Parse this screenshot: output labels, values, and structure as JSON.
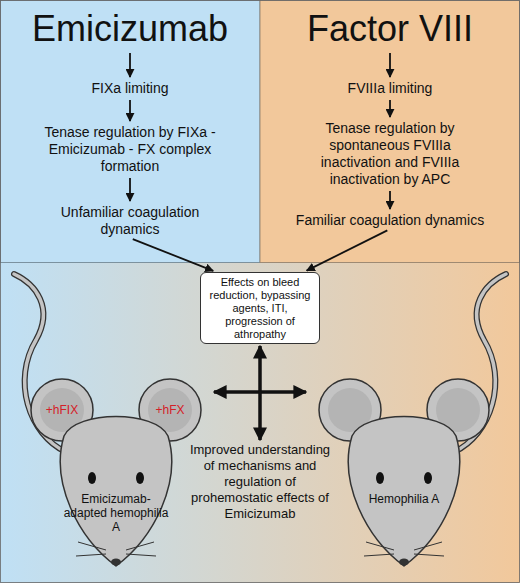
{
  "diagram": {
    "nodes": [
      {
        "text": [
          "Emicizumab"
        ]
      },
      {
        "text": [
          "FIXa limiting"
        ]
      },
      {
        "text": [
          "Tenase regulation by FIXa - Emicizumab - FX complex formation"
        ]
      },
      {
        "text": [
          "Unfamiliar coagulation dynamics"
        ]
      },
      {
        "text": [
          "Factor VIII"
        ]
      },
      {
        "text": [
          "FVIIIa limiting"
        ]
      },
      {
        "text": [
          "Tenase regulation by spontaneous FVIIIa inactivation and FVIIIa inactivation by APC"
        ]
      },
      {
        "text": [
          "Familiar coagulation dynamics"
        ]
      },
      {
        "text": [
          "Effects on bleed reduction, bypassing agents, ITI, progression of athropathy"
        ]
      },
      {
        "text": [
          "Emicizumab-adapted hemophilia A",
          "+hFIX",
          "+hFX"
        ]
      },
      {
        "text": [
          "Hemophilia A"
        ]
      },
      {
        "text": [
          "Improved understanding of mechanisms and regulation of prohemostatic effects of Emicizumab"
        ]
      }
    ],
    "edges": [
      {
        "from": 0,
        "to": 1,
        "arrow": "to"
      },
      {
        "from": 1,
        "to": 2,
        "arrow": "to"
      },
      {
        "from": 2,
        "to": 3,
        "arrow": "to"
      },
      {
        "from": 4,
        "to": 5,
        "arrow": "to"
      },
      {
        "from": 5,
        "to": 6,
        "arrow": "to"
      },
      {
        "from": 6,
        "to": 7,
        "arrow": "to"
      },
      {
        "from": 3,
        "to": 8,
        "arrow": "to"
      },
      {
        "from": 7,
        "to": 8,
        "arrow": "to"
      },
      {
        "from": 9,
        "to": 10,
        "arrow": "both"
      },
      {
        "from": 8,
        "to": 11,
        "arrow": "both"
      }
    ]
  }
}
